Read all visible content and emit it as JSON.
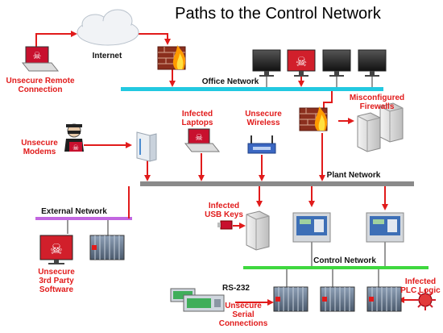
{
  "title": "Paths to the Control Network",
  "networks": {
    "office": "Office Network",
    "plant": "Plant Network",
    "external": "External Network",
    "control": "Control Network",
    "rs232": "RS-232",
    "internet": "Internet"
  },
  "threats": {
    "remote": "Unsecure Remote\nConnection",
    "modems": "Unsecure\nModems",
    "laptops": "Infected\nLaptops",
    "wireless": "Unsecure\nWireless",
    "firewalls": "Misconfigured\nFirewalls",
    "usb": "Infected\nUSB Keys",
    "software": "Unsecure\n3rd Party\nSoftware",
    "serial": "Unsecure\nSerial\nConnections",
    "plc": "Infected\nPLC Logic"
  },
  "colors": {
    "threat": "#e11b1b",
    "office_bus": "#22c9e0",
    "plant_bus": "#8a8a8a",
    "external_bus": "#c266e0",
    "control_bus": "#3fd83f",
    "path": "#e11b1b"
  },
  "icons": [
    "cloud-icon",
    "firewall-icon",
    "monitor-icon",
    "skull-icon",
    "laptop-icon",
    "hacker-icon",
    "modem-icon",
    "wireless-router-icon",
    "server-icon",
    "usb-key-icon",
    "hmi-panel-icon",
    "plc-icon",
    "virus-icon"
  ]
}
